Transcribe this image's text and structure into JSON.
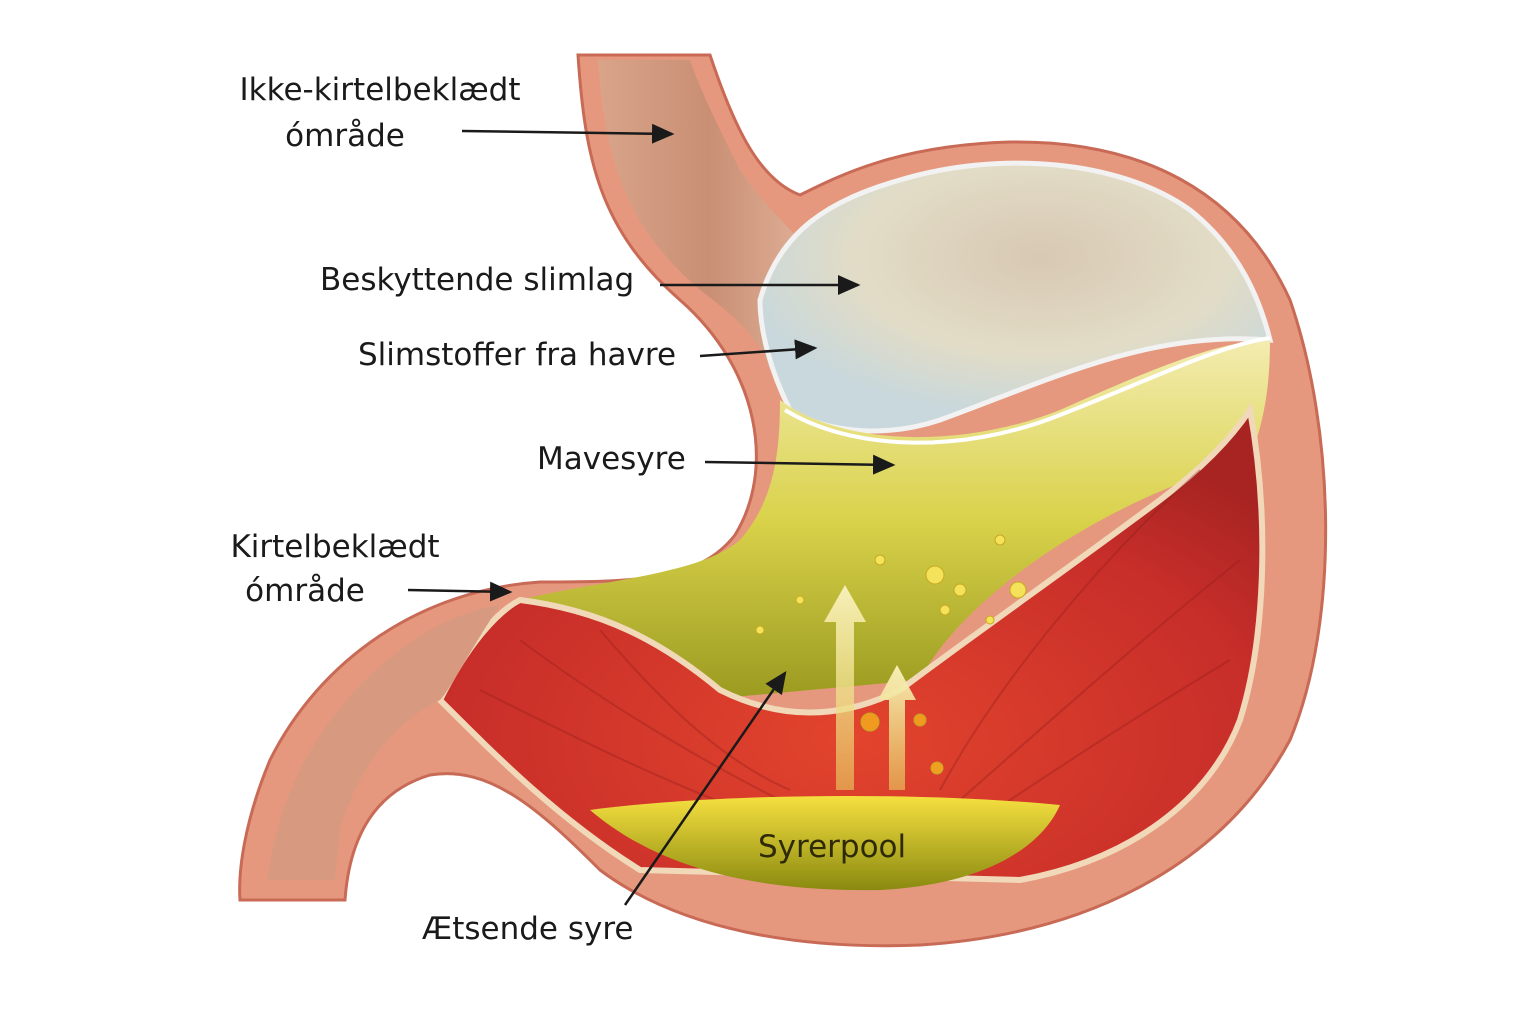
{
  "labels": {
    "non_glandular": {
      "line1": "Ikke-kirtelbeklædt",
      "line2": "ómråde"
    },
    "protective_mucus": "Beskyttende slimlag",
    "oat_mucilage": "Slimstoffer fra havre",
    "stomach_acid": "Mavesyre",
    "glandular": {
      "line1": "Kirtelbeklædt",
      "line2": "ómråde"
    },
    "acid_pool": "Syrerpool",
    "corrosive_acid": "Ætsende syre"
  },
  "colors": {
    "wall": "#e8a48c",
    "mucosa": "#d23a2a",
    "acid": "#e8d84a",
    "mucus": "#e9e2c8",
    "text": "#1a1a1a"
  }
}
